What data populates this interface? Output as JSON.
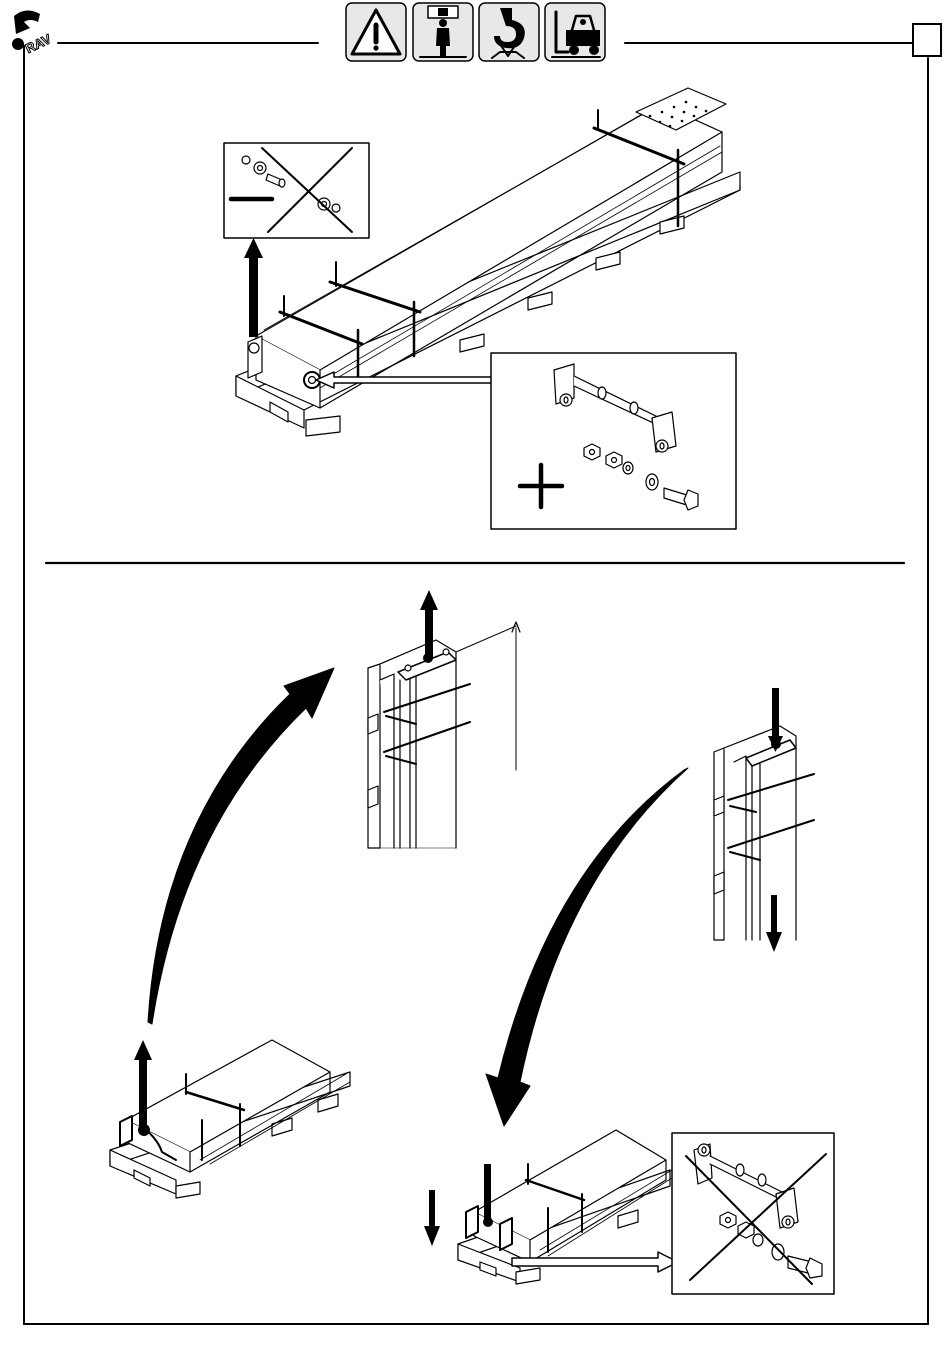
{
  "header": {
    "logo_text": "RAV",
    "page_number": "",
    "pictograms": [
      "warning-triangle-icon",
      "lift-operator-icon",
      "crane-hook-icon",
      "forklift-icon"
    ]
  },
  "colors": {
    "ink": "#000000",
    "paper": "#ffffff",
    "icon_panel": "#e8e8e8"
  },
  "sections": {
    "top": {
      "name": "remove-transport-fittings-and-attach-lifting-eye"
    },
    "bottom": {
      "name": "raise-column-upright-sequence"
    }
  }
}
